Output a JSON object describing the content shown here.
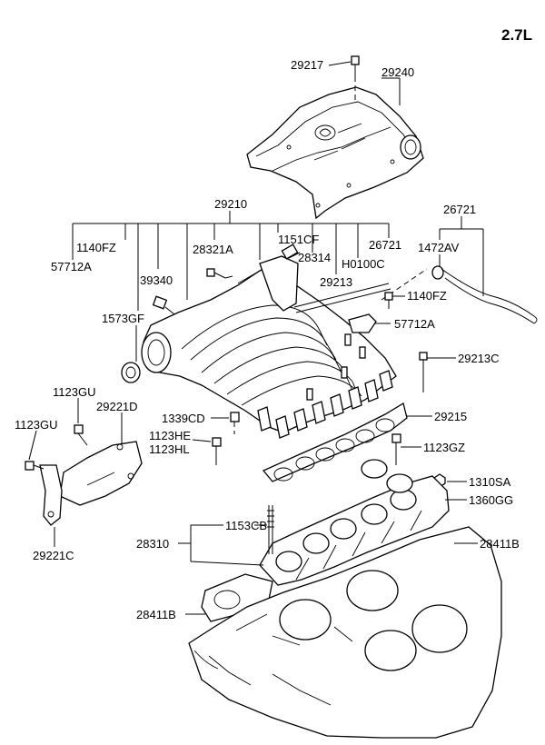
{
  "engine_label": "2.7L",
  "labels": {
    "p29217": "29217",
    "p29240": "29240",
    "p29210": "29210",
    "p26721_top": "26721",
    "p1140FZ_a": "1140FZ",
    "p57712A_a": "57712A",
    "p1151CF": "1151CF",
    "p28321A": "28321A",
    "p28314": "28314",
    "p26721_b": "26721",
    "p1472AV": "1472AV",
    "pH0100C": "H0100C",
    "p39340": "39340",
    "p29213": "29213",
    "p1140FZ_b": "1140FZ",
    "p1573GF": "1573GF",
    "p57712A_b": "57712A",
    "p29213C": "29213C",
    "p1123GU_a": "1123GU",
    "p29221D": "29221D",
    "p1339CD": "1339CD",
    "p29215": "29215",
    "p1123GU_b": "1123GU",
    "p1123HE": "1123HE",
    "p1123HL": "1123HL",
    "p1123GZ": "1123GZ",
    "p1310SA": "1310SA",
    "p1360GG": "1360GG",
    "p29221C": "29221C",
    "p1153CB": "1153CB",
    "p28310": "28310",
    "p28411B_a": "28411B",
    "p28411B_b": "28411B"
  }
}
